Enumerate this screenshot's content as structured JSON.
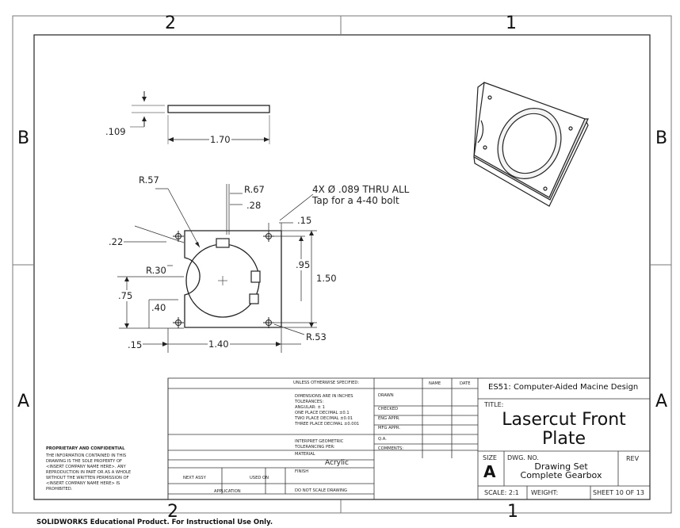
{
  "zones": {
    "top_left": "2",
    "top_right": "1",
    "bottom_left": "2",
    "bottom_right": "1",
    "left": "B",
    "left_bottom": "A",
    "right": "B",
    "right_bottom": "A"
  },
  "dimensions": {
    "thickness": ".109",
    "width_top": "1.70",
    "r_outer": "R.57",
    "r_tab": "R.67",
    "tab_offset": ".28",
    "hole_offset_top": ".15",
    "left_small": ".22",
    "notch_radius": "R.30",
    "notch_height": ".75",
    "notch_offset": ".40",
    "hole_offset_left": ".15",
    "width_bottom": "1.40",
    "hole_span": ".95",
    "height": "1.50",
    "corner_radius": "R.53"
  },
  "callout": {
    "line1": "4X Ø .089 THRU ALL",
    "line2": "Tap for a 4-40 bolt"
  },
  "title_block": {
    "unless": "UNLESS OTHERWISE SPECIFIED:",
    "tol_lines": [
      "DIMENSIONS ARE IN INCHES",
      "TOLERANCES:",
      "ANGULAR: ± 1",
      "ONE PLACE DECIMAL  ±0.1",
      "TWO PLACE DECIMAL  ±0.01",
      "THREE PLACE DECIMAL ±0.001"
    ],
    "interpret": [
      "INTERPRET GEOMETRIC",
      "TOLERANCING PER:"
    ],
    "material_label": "MATERIAL",
    "material": "Acrylic",
    "finish": "FINISH",
    "no_scale": "DO NOT SCALE DRAWING",
    "roles": [
      "DRAWN",
      "CHECKED",
      "ENG APPR.",
      "MFG APPR.",
      "Q.A.",
      "COMMENTS:"
    ],
    "name_hdr": "NAME",
    "date_hdr": "DATE",
    "course": "ES51: Computer-Aided Macine Design",
    "title_label": "TITLE:",
    "title_line1": "Lasercut Front",
    "title_line2": "Plate",
    "size_label": "SIZE",
    "size": "A",
    "dwg_label": "DWG.  NO.",
    "dwg_line1": "Drawing Set",
    "dwg_line2": "Complete Gearbox",
    "rev": "REV",
    "scale": "SCALE: 2:1",
    "weight": "WEIGHT:",
    "sheet": "SHEET 10 OF 13",
    "next_assy": "NEXT ASSY",
    "used_on": "USED ON",
    "application": "APPLICATION",
    "proprietary_title": "PROPRIETARY AND CONFIDENTIAL",
    "proprietary_lines": [
      "THE INFORMATION CONTAINED IN THIS",
      "DRAWING IS THE SOLE PROPERTY OF",
      "<INSERT COMPANY NAME HERE>.  ANY",
      "REPRODUCTION IN PART OR AS A WHOLE",
      "WITHOUT THE WRITTEN PERMISSION OF",
      "<INSERT COMPANY NAME HERE> IS",
      "PROHIBITED."
    ]
  },
  "footer": "SOLIDWORKS Educational Product. For Instructional Use Only."
}
